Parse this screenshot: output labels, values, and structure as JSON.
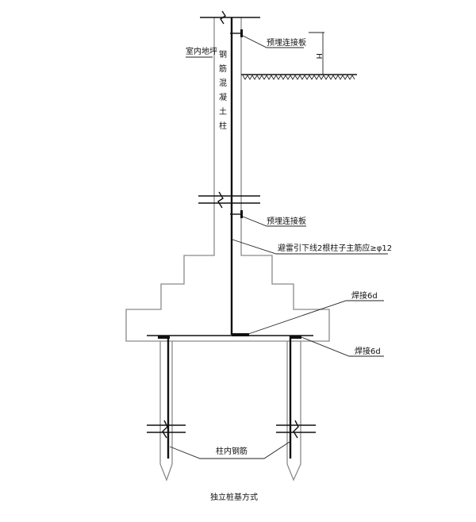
{
  "title": "独立桩基方式",
  "labels": {
    "indoor_floor": "室内地坪",
    "column_name_chars": [
      "钢",
      "筋",
      "混",
      "凝",
      "土",
      "柱"
    ],
    "embedded_plate_top": "预埋连接板",
    "dimension_h": "H",
    "embedded_plate_mid": "预埋连接板",
    "down_conductor": "避雷引下线2根柱子主筋应≥φ12",
    "weld_top": "焊接6d",
    "weld_bottom": "焊接6d",
    "pile_rebar": "柱内钢筋"
  },
  "colors": {
    "outline": "#8a8a8a",
    "rebar": "#111111",
    "background": "#ffffff"
  }
}
